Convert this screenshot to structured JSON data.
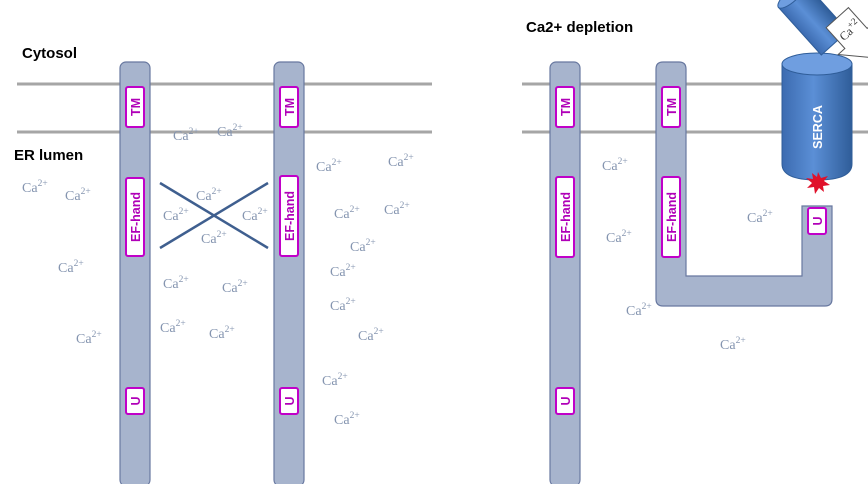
{
  "labels": {
    "cytosol": "Cytosol",
    "er_lumen": "ER lumen",
    "depletion": "Ca2+ depletion"
  },
  "domains": {
    "tm": "TM",
    "ef_hand": "EF-hand",
    "u": "U",
    "serca": "SERCA"
  },
  "ion": {
    "base": "Ca",
    "charge": "2+",
    "pump_charge": "+2"
  },
  "colors": {
    "membrane": "#a6a6a6",
    "protein_fill": "#a7b4cd",
    "protein_stroke": "#6878a0",
    "domain_stroke": "#c000c8",
    "domain_text": "#b000b8",
    "ion_text": "#8595b0",
    "cross": "#3f5f8f",
    "serca_fill": "#4a7cc4",
    "serca_dark": "#2f5d99",
    "spark": "#e0102a"
  }
}
